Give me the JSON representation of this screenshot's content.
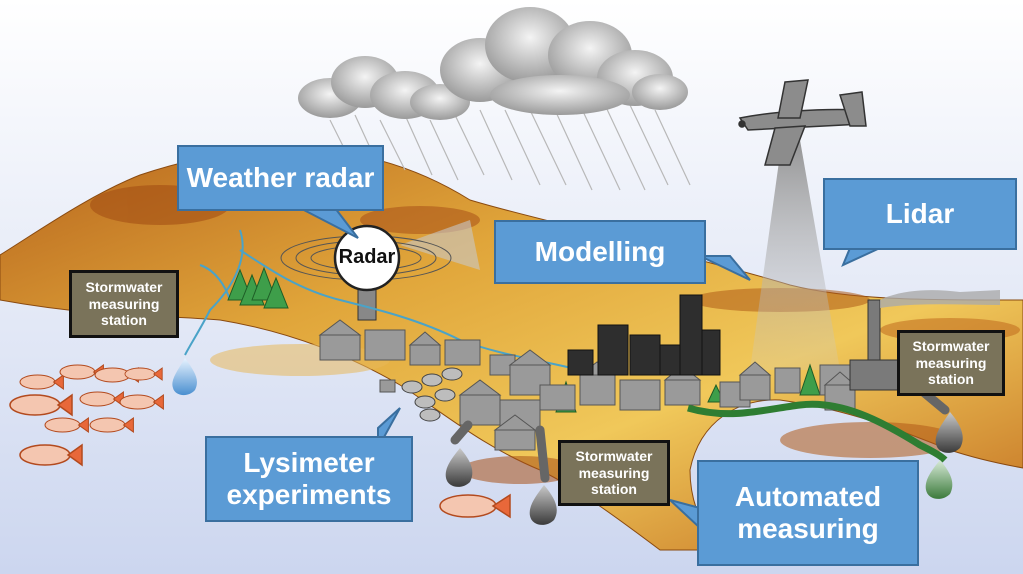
{
  "labels": {
    "weather_radar": "Weather radar",
    "radar": "Radar",
    "modelling": "Modelling",
    "lidar": "Lidar",
    "lysimeter": "Lysimeter experiments",
    "automated": "Automated measuring"
  },
  "stations": [
    {
      "label": "Stormwater measuring station"
    },
    {
      "label": "Stormwater measuring station"
    },
    {
      "label": "Stormwater measuring station"
    }
  ],
  "colors": {
    "callout": "#5b9bd5",
    "station": "#7a735a",
    "terrain": "#d99a2b",
    "water": "#dfe6f5",
    "stream": "#2e7d32"
  }
}
